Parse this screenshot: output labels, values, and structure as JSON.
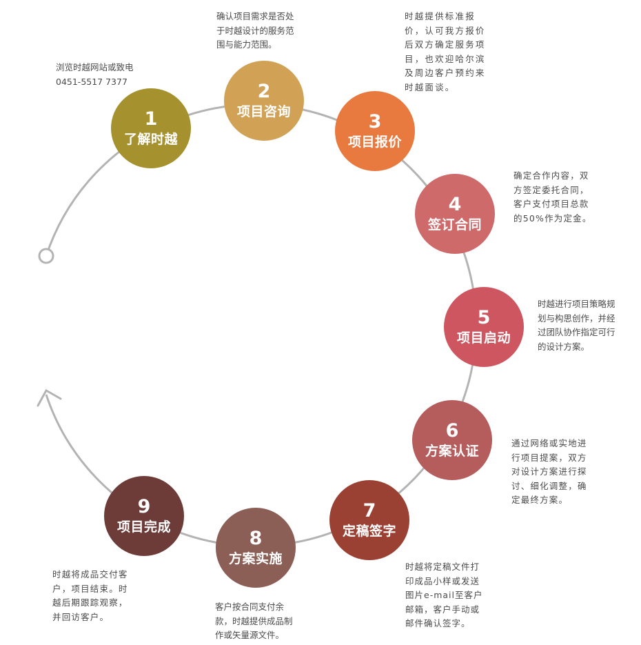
{
  "steps": [
    {
      "number": "1",
      "title": "了解时越",
      "color": "#a6912f",
      "description": "浏览时越网站或致电\n0451-5517 7377"
    },
    {
      "number": "2",
      "title": "项目咨询",
      "color": "#d1a256",
      "description": "确认项目需求是否处\n于时越设计的服务范\n围与能力范围。"
    },
    {
      "number": "3",
      "title": "项目报价",
      "color": "#e8793f",
      "description": "时越提供标准报\n价，认可我方报价\n后双方确定服务项\n目，也欢迎哈尔滨\n及周边客户预约来\n时越面谈。"
    },
    {
      "number": "4",
      "title": "签订合同",
      "color": "#cf6a6b",
      "description": "确定合作内容，双\n方签定委托合同，\n客户支付项目总款\n的50%作为定金。"
    },
    {
      "number": "5",
      "title": "项目启动",
      "color": "#cd5660",
      "description": "时越进行项目策略规\n划与构思创作，并经\n过团队协作指定可行\n的设计方案。"
    },
    {
      "number": "6",
      "title": "方案认证",
      "color": "#b55c5c",
      "description": "通过网络或实地进\n行项目提案，双方\n对设计方案进行探\n讨、细化调整，确\n定最终方案。"
    },
    {
      "number": "7",
      "title": "定稿签字",
      "color": "#9a4134",
      "description": "时越将定稿文件打\n印成品小样或发送\n图片e-mail至客户\n邮箱，客户手动或\n邮件确认签字。"
    },
    {
      "number": "8",
      "title": "方案实施",
      "color": "#8b5e56",
      "description": "客户按合同支付余\n款，时越提供成品制\n作或矢量源文件。"
    },
    {
      "number": "9",
      "title": "项目完成",
      "color": "#6d3c38",
      "description": "时越将成品交付客\n户，项目结束。时\n越后期跟踪观察，\n并回访客户。"
    }
  ],
  "ring_color": "#b3b3b3"
}
